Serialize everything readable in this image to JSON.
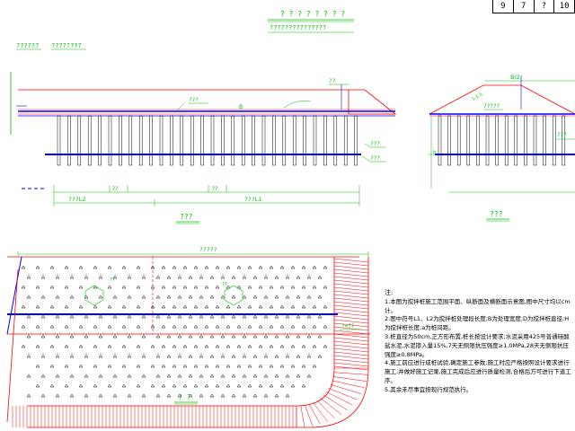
{
  "sheet": {
    "page": "9",
    "sep": "?",
    "total": "10",
    "mid": "7"
  },
  "title_main": "? ? ? ? ? ? ? ?",
  "title_sub": "???????????????",
  "labels": {
    "top_left_1": "??????",
    "top_left_2": "????????",
    "elev_left": "???",
    "elev_mid": "B",
    "elev_right": "??",
    "elev_side_1": "???",
    "elev_side_2": "???",
    "dim_left": "???L2",
    "dim_right": "???L1",
    "dim_small": "??",
    "view1": "???",
    "view2": "???",
    "sec_top": "B/2",
    "sec_top2": "?????",
    "sec_side": "???",
    "sec_h": "h",
    "plan_top": "?????",
    "plan_right": "?=??",
    "plan_title": "? ?",
    "plan_hex_label": "??"
  },
  "notes": {
    "head": "注:",
    "items": [
      "1.本图为搅拌桩施工范围平面、纵断面及横断面示意图,图中尺寸均以cm计。",
      "2.图中符号L1、L2为搅拌桩处理段长度;B为处理宽度;D为搅拌桩直径;H为搅拌桩长度;a为桩间距。",
      "3.桩直径为50cm,正方形布置,桩长按设计要求;水泥采用425号普通硅酸盐水泥,水泥掺入量15%,7天无侧限抗压强度≥1.0MPa,28天无侧限抗压强度≥0.8MPa。",
      "4.施工前应进行成桩试验,确定施工参数;施工时应严格按照设计要求进行施工,并做好施工记录,施工完成后应进行质量检测,合格后方可进行下道工序。",
      "5.其余未尽事宜按现行规范执行。"
    ]
  },
  "colors": {
    "cyan": "#00c8c8",
    "blue": "#0000ff",
    "red": "#ff0000",
    "green": "#00c000",
    "black": "#000000"
  }
}
